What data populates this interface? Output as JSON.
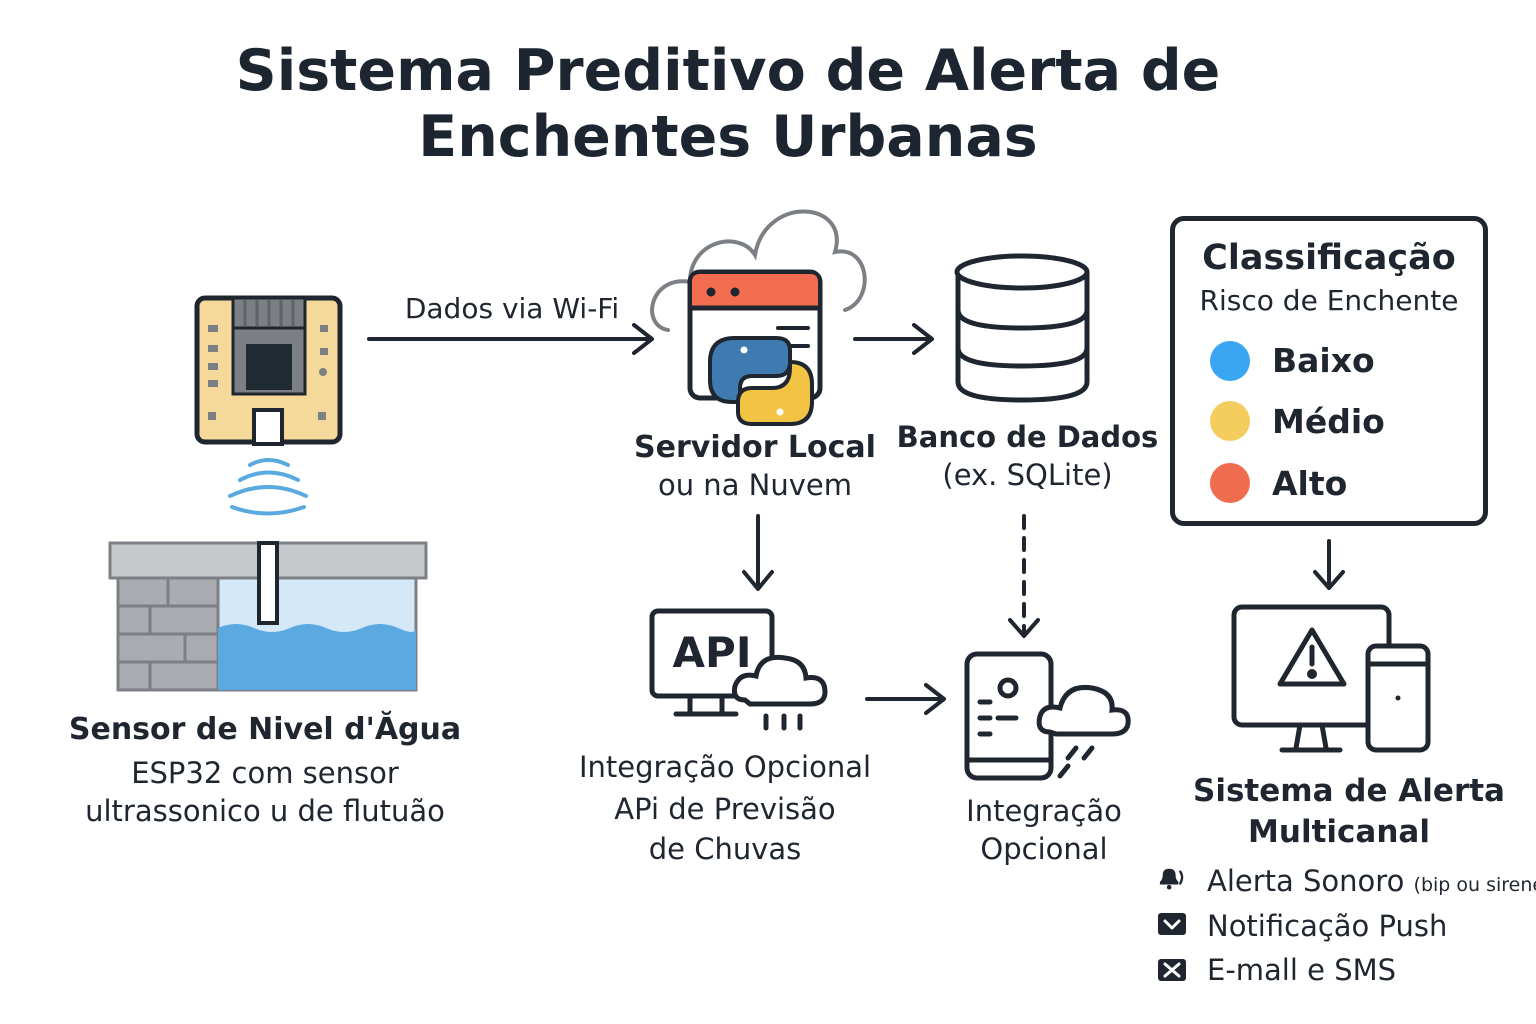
{
  "title": {
    "line1": "Sistema Preditivo de Alerta de",
    "line2": "Enchentes Urbanas"
  },
  "edges": {
    "wifi_label": "Dados via Wi-Fi"
  },
  "sensor": {
    "title": "Sensor de Nivel d'Ăgua",
    "line1": "ESP32 com sensor",
    "line2": "ultrassonico u de flutuão"
  },
  "server": {
    "title": "Servidor Local",
    "subtitle": "ou na Nuvem"
  },
  "database": {
    "title": "Banco de Dados",
    "subtitle": "(ex. SQLite)"
  },
  "api": {
    "icon_text": "API",
    "line1": "Integração Opcional",
    "line2": "APi de Previsão",
    "line3": "de Chuvas"
  },
  "app": {
    "line1": "Integração",
    "line2": "Opcional"
  },
  "classification": {
    "title": "Classificação",
    "subtitle": "Risco de Enchente",
    "levels": [
      {
        "label": "Baixo",
        "color": "#3aa6f3"
      },
      {
        "label": "Médio",
        "color": "#f5cd5e"
      },
      {
        "label": "Alto",
        "color": "#f06c4f"
      }
    ]
  },
  "alert_system": {
    "title_line1": "Sistema de Alerta",
    "title_line2": "Multicanal",
    "channels": [
      {
        "icon": "bell-icon",
        "label": "Alerta Sonoro",
        "note": "(bip ou sirene)"
      },
      {
        "icon": "checkbox-icon",
        "label": "Notificação Push",
        "note": ""
      },
      {
        "icon": "envelope-icon",
        "label": "E-mall e SMS",
        "note": ""
      }
    ]
  },
  "colors": {
    "ink": "#1f2630",
    "board": "#f5d99a",
    "water": "#5aa9e0",
    "browser_bar": "#f26c4f",
    "python_blue": "#3f7ab0",
    "python_yellow": "#f3c443",
    "wall": "#a9adb2"
  }
}
